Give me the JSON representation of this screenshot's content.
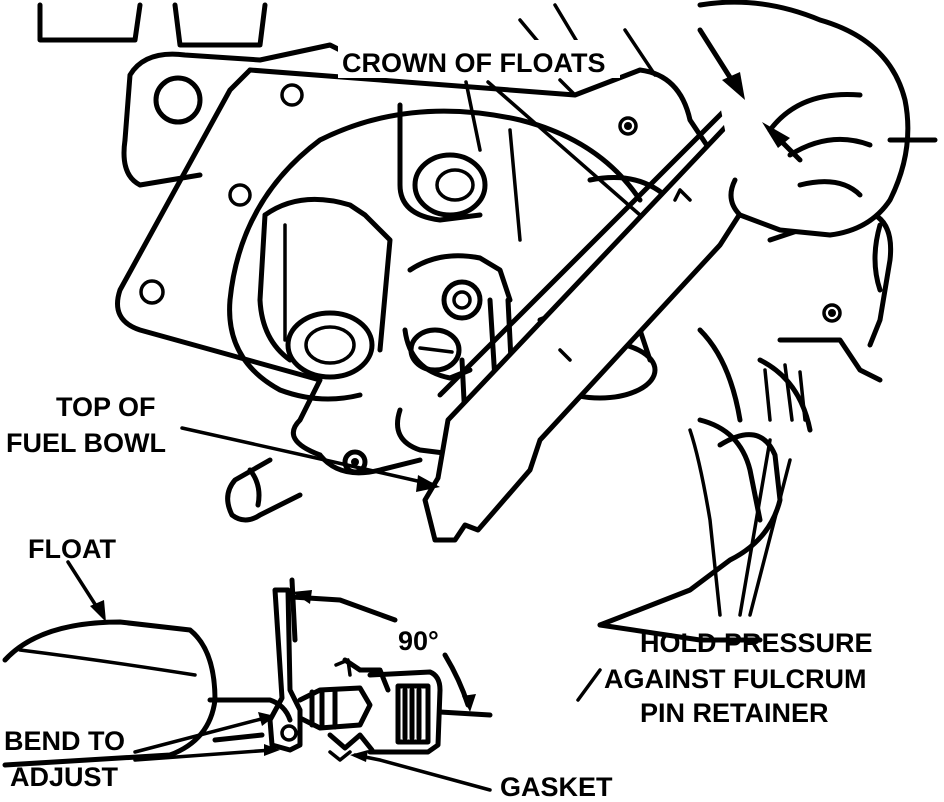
{
  "labels": {
    "crown_of_floats": "CROWN OF FLOATS",
    "top_of_fuel_bowl_line1": "TOP OF",
    "top_of_fuel_bowl_line2": "FUEL BOWL",
    "float": "FLOAT",
    "angle": "90°",
    "hold_pressure_line1": "HOLD PRESSURE",
    "hold_pressure_line2": "AGAINST FULCRUM",
    "hold_pressure_line3": "PIN RETAINER",
    "bend_to_adjust_line1": "BEND TO",
    "bend_to_adjust_line2": "ADJUST",
    "gasket": "GASKET"
  },
  "colors": {
    "ink": "#000000",
    "paper": "#ffffff"
  }
}
